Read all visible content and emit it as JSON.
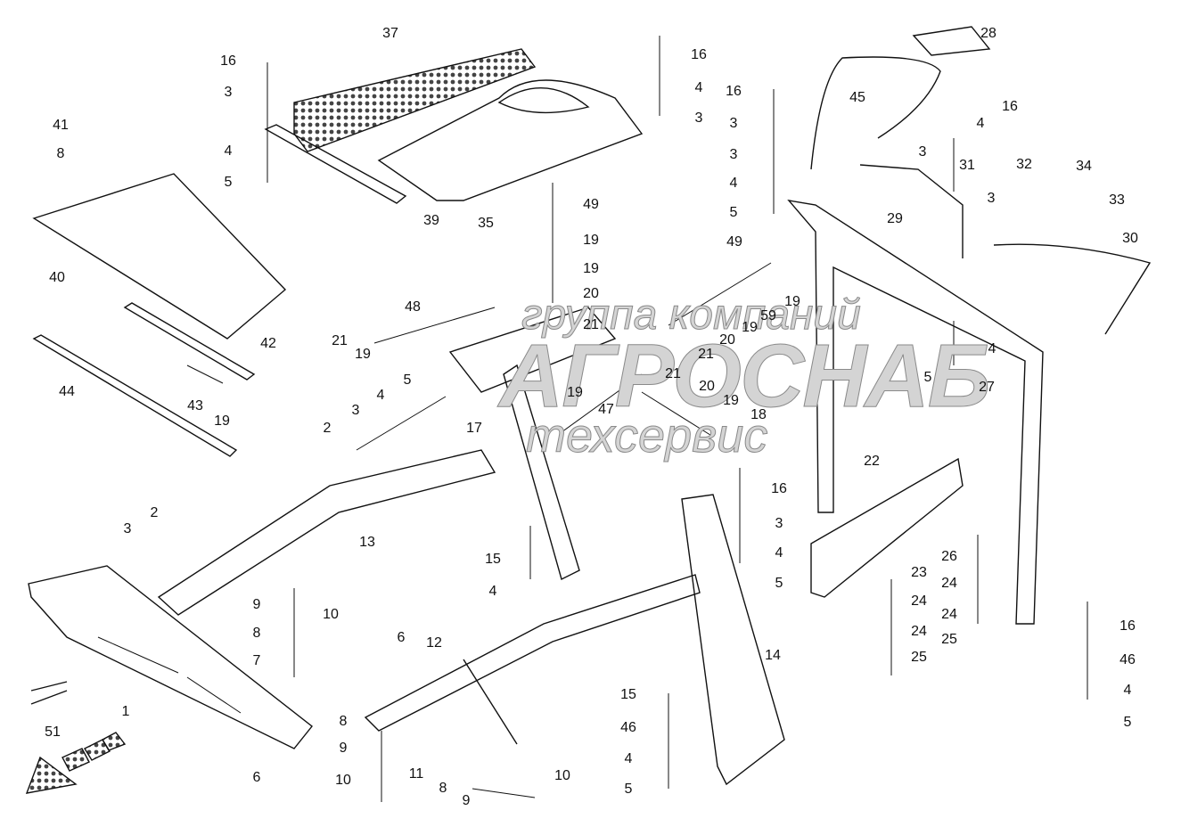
{
  "diagram": {
    "watermark": {
      "line1": "группа компаний",
      "line2": "АГРОСНАБ",
      "line3": "техсервис"
    },
    "callouts": [
      "37",
      "16",
      "3",
      "4",
      "5",
      "41",
      "8",
      "40",
      "39",
      "35",
      "16",
      "4",
      "3",
      "28",
      "45",
      "16",
      "4",
      "16",
      "3",
      "3",
      "4",
      "5",
      "3",
      "31",
      "32",
      "34",
      "33",
      "3",
      "29",
      "30",
      "49",
      "19",
      "19",
      "20",
      "49",
      "19",
      "48",
      "21",
      "19",
      "21",
      "59",
      "19",
      "20",
      "21",
      "21",
      "20",
      "19",
      "18",
      "19",
      "47",
      "17",
      "5",
      "4",
      "3",
      "2",
      "42",
      "43",
      "19",
      "44",
      "4",
      "5",
      "27",
      "22",
      "16",
      "3",
      "4",
      "5",
      "2",
      "3",
      "13",
      "15",
      "4",
      "26",
      "24",
      "24",
      "25",
      "23",
      "24",
      "24",
      "25",
      "16",
      "46",
      "4",
      "5",
      "9",
      "10",
      "8",
      "7",
      "6",
      "12",
      "14",
      "1",
      "15",
      "46",
      "4",
      "5",
      "51",
      "8",
      "9",
      "10",
      "11",
      "8",
      "9",
      "10",
      "6"
    ],
    "colors": {
      "line": "#111111",
      "hatch": "#555555",
      "watermark": "#b8b8b8"
    }
  }
}
